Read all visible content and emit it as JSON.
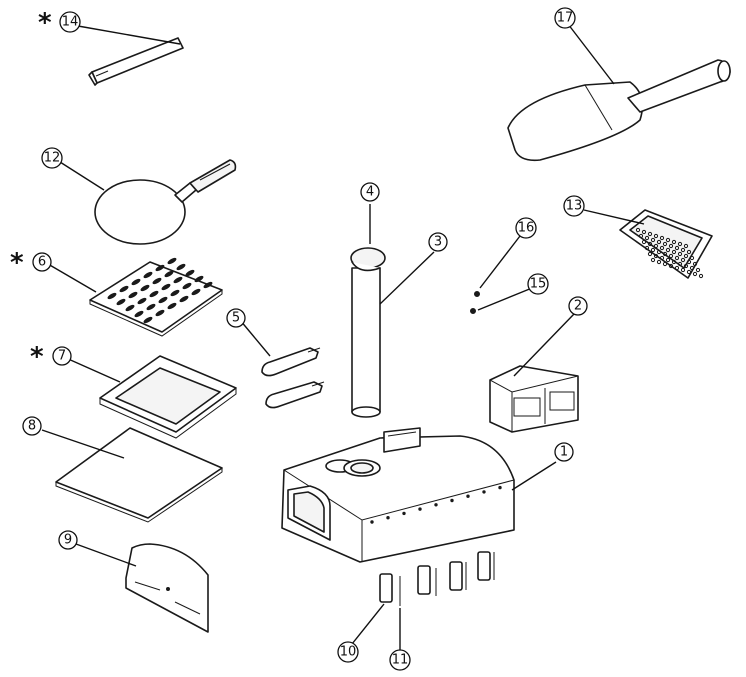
{
  "callouts": [
    {
      "id": "1",
      "label": "1",
      "star": false
    },
    {
      "id": "2",
      "label": "2",
      "star": false
    },
    {
      "id": "3",
      "label": "3",
      "star": false
    },
    {
      "id": "4",
      "label": "4",
      "star": false
    },
    {
      "id": "5",
      "label": "5",
      "star": false
    },
    {
      "id": "6",
      "label": "6",
      "star": true
    },
    {
      "id": "7",
      "label": "7",
      "star": true
    },
    {
      "id": "8",
      "label": "8",
      "star": false
    },
    {
      "id": "9",
      "label": "9",
      "star": false
    },
    {
      "id": "10",
      "label": "10",
      "star": false
    },
    {
      "id": "11",
      "label": "11",
      "star": false
    },
    {
      "id": "12",
      "label": "12",
      "star": false
    },
    {
      "id": "13",
      "label": "13",
      "star": false
    },
    {
      "id": "14",
      "label": "14",
      "star": true
    },
    {
      "id": "15",
      "label": "15",
      "star": false
    },
    {
      "id": "16",
      "label": "16",
      "star": false
    },
    {
      "id": "17",
      "label": "17",
      "star": false
    }
  ],
  "star_symbol": "*"
}
